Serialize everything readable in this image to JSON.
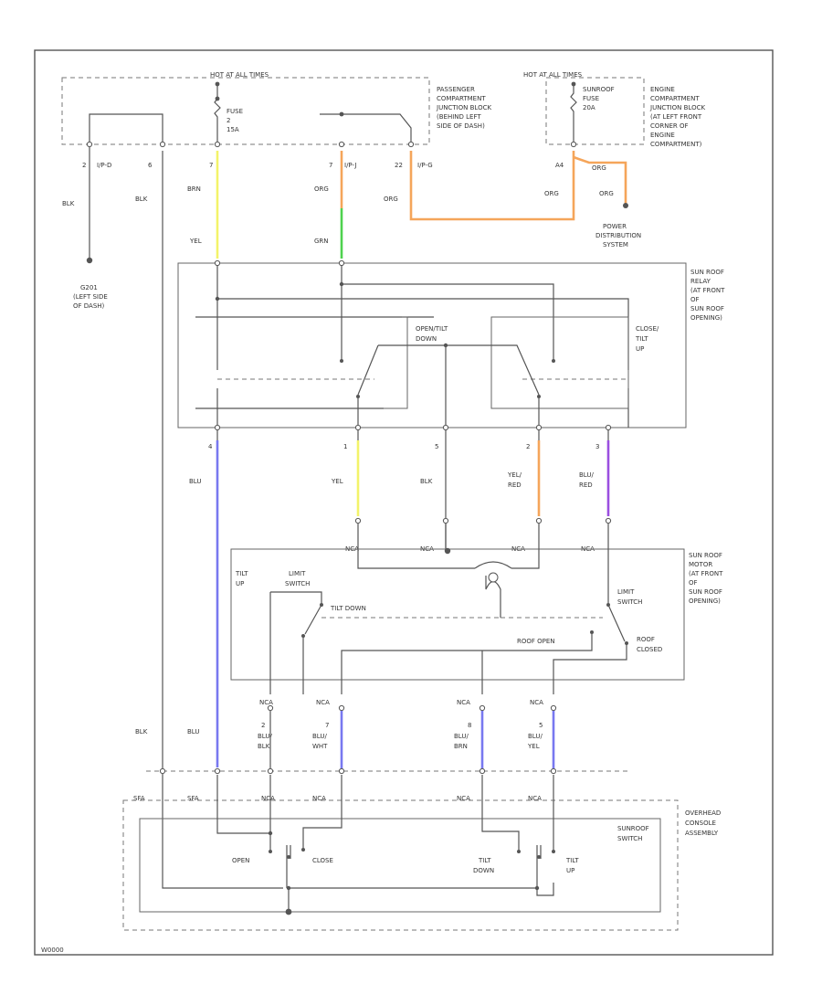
{
  "colors": {
    "yellow": "#f3f36a",
    "green": "#4fd24f",
    "orange": "#f5a55a",
    "blue": "#7878f0",
    "purple": "#9b4fe0",
    "wire": "#555555"
  },
  "labels": {
    "hot_at_all_times_left": "HOT AT ALL TIMES",
    "hot_at_all_times_right": "HOT AT ALL TIMES",
    "fuse_left": [
      "FUSE",
      "2",
      "15A"
    ],
    "fuse_right": [
      "SUNROOF",
      "FUSE",
      "20A"
    ],
    "passenger_jb": [
      "PASSENGER",
      "COMPARTMENT",
      "JUNCTION BLOCK",
      "(BEHIND LEFT",
      "SIDE OF DASH)"
    ],
    "engine_jb": [
      "ENGINE",
      "COMPARTMENT",
      "JUNCTION BLOCK",
      "(AT LEFT FRONT",
      "CORNER OF",
      "ENGINE",
      "COMPARTMENT)"
    ],
    "pin_left_2": "2",
    "conn_jp_d_left": "I/P-D",
    "pin_left_6": "6",
    "pin_fuse_7": "7",
    "pin_ipj_7": "7",
    "conn_ip_j": "I/P-J",
    "pin_22": "22",
    "conn_ip_g": "I/P-G",
    "pin_a4": "A4",
    "blk_1": "BLK",
    "blk_2": "BLK",
    "brn": "BRN",
    "org_1": "ORG",
    "org_2": "ORG",
    "org_3": "ORG",
    "org_4": "ORG",
    "org_5": "ORG",
    "yel_top": "YEL",
    "grn": "GRN",
    "g201": [
      "G201",
      "(LEFT SIDE",
      "OF DASH)"
    ],
    "power_distribution": [
      "POWER",
      "DISTRIBUTION",
      "SYSTEM"
    ],
    "relay_name": [
      "SUN ROOF",
      "RELAY",
      "(AT FRONT",
      "OF",
      "SUN ROOF",
      "OPENING)"
    ],
    "open_tilt_down": [
      "OPEN/TILT",
      "DOWN"
    ],
    "close_tilt_up": [
      "CLOSE/",
      "TILT",
      "UP"
    ],
    "relay_pin_4": "4",
    "relay_pin_1": "1",
    "relay_pin_5": "5",
    "relay_pin_2": "2",
    "relay_pin_3": "3",
    "blu_mid": "BLU",
    "yel_mid": "YEL",
    "blk_mid": "BLK",
    "yel_red": [
      "YEL/",
      "RED"
    ],
    "blu_red": [
      "BLU/",
      "RED"
    ],
    "nca_1": "NCA",
    "nca_2": "NCA",
    "nca_3": "NCA",
    "nca_4": "NCA",
    "motor_name": [
      "SUN ROOF",
      "MOTOR",
      "(AT FRONT",
      "OF",
      "SUN ROOF",
      "OPENING)"
    ],
    "tilt_up": [
      "TILT",
      "UP"
    ],
    "limit_switch_left": [
      "LIMIT",
      "SWITCH"
    ],
    "tilt_down": "TILT DOWN",
    "limit_switch_right": [
      "LIMIT",
      "SWITCH"
    ],
    "roof_open": "ROOF OPEN",
    "roof_closed": [
      "ROOF",
      "CLOSED"
    ],
    "nca_5": "NCA",
    "nca_6": "NCA",
    "nca_7": "NCA",
    "nca_8": "NCA",
    "blk_low": "BLK",
    "blu_low": "BLU",
    "pin_l2": "2",
    "pin_l7": "7",
    "pin_l8": "8",
    "pin_l5": "5",
    "blu_blk": [
      "BLU/",
      "BLK"
    ],
    "blu_wht": [
      "BLU/",
      "WHT"
    ],
    "blu_brn": [
      "BLU/",
      "BRN"
    ],
    "blu_yel": [
      "BLU/",
      "YEL"
    ],
    "sw_pin_a": "SFA",
    "sw_pin_b": "SFA",
    "sw_nca_1": "NCA",
    "sw_nca_2": "NCA",
    "sw_nca_3": "NCA",
    "sw_nca_4": "NCA",
    "switch_name": [
      "SUNROOF",
      "SWITCH"
    ],
    "console_name": [
      "OVERHEAD",
      "CONSOLE",
      "ASSEMBLY"
    ],
    "open": "OPEN",
    "close": "CLOSE",
    "tilt_down_sw": [
      "TILT",
      "DOWN"
    ],
    "tilt_up_sw": [
      "TILT",
      "UP"
    ],
    "diagram_id": "W0000"
  }
}
